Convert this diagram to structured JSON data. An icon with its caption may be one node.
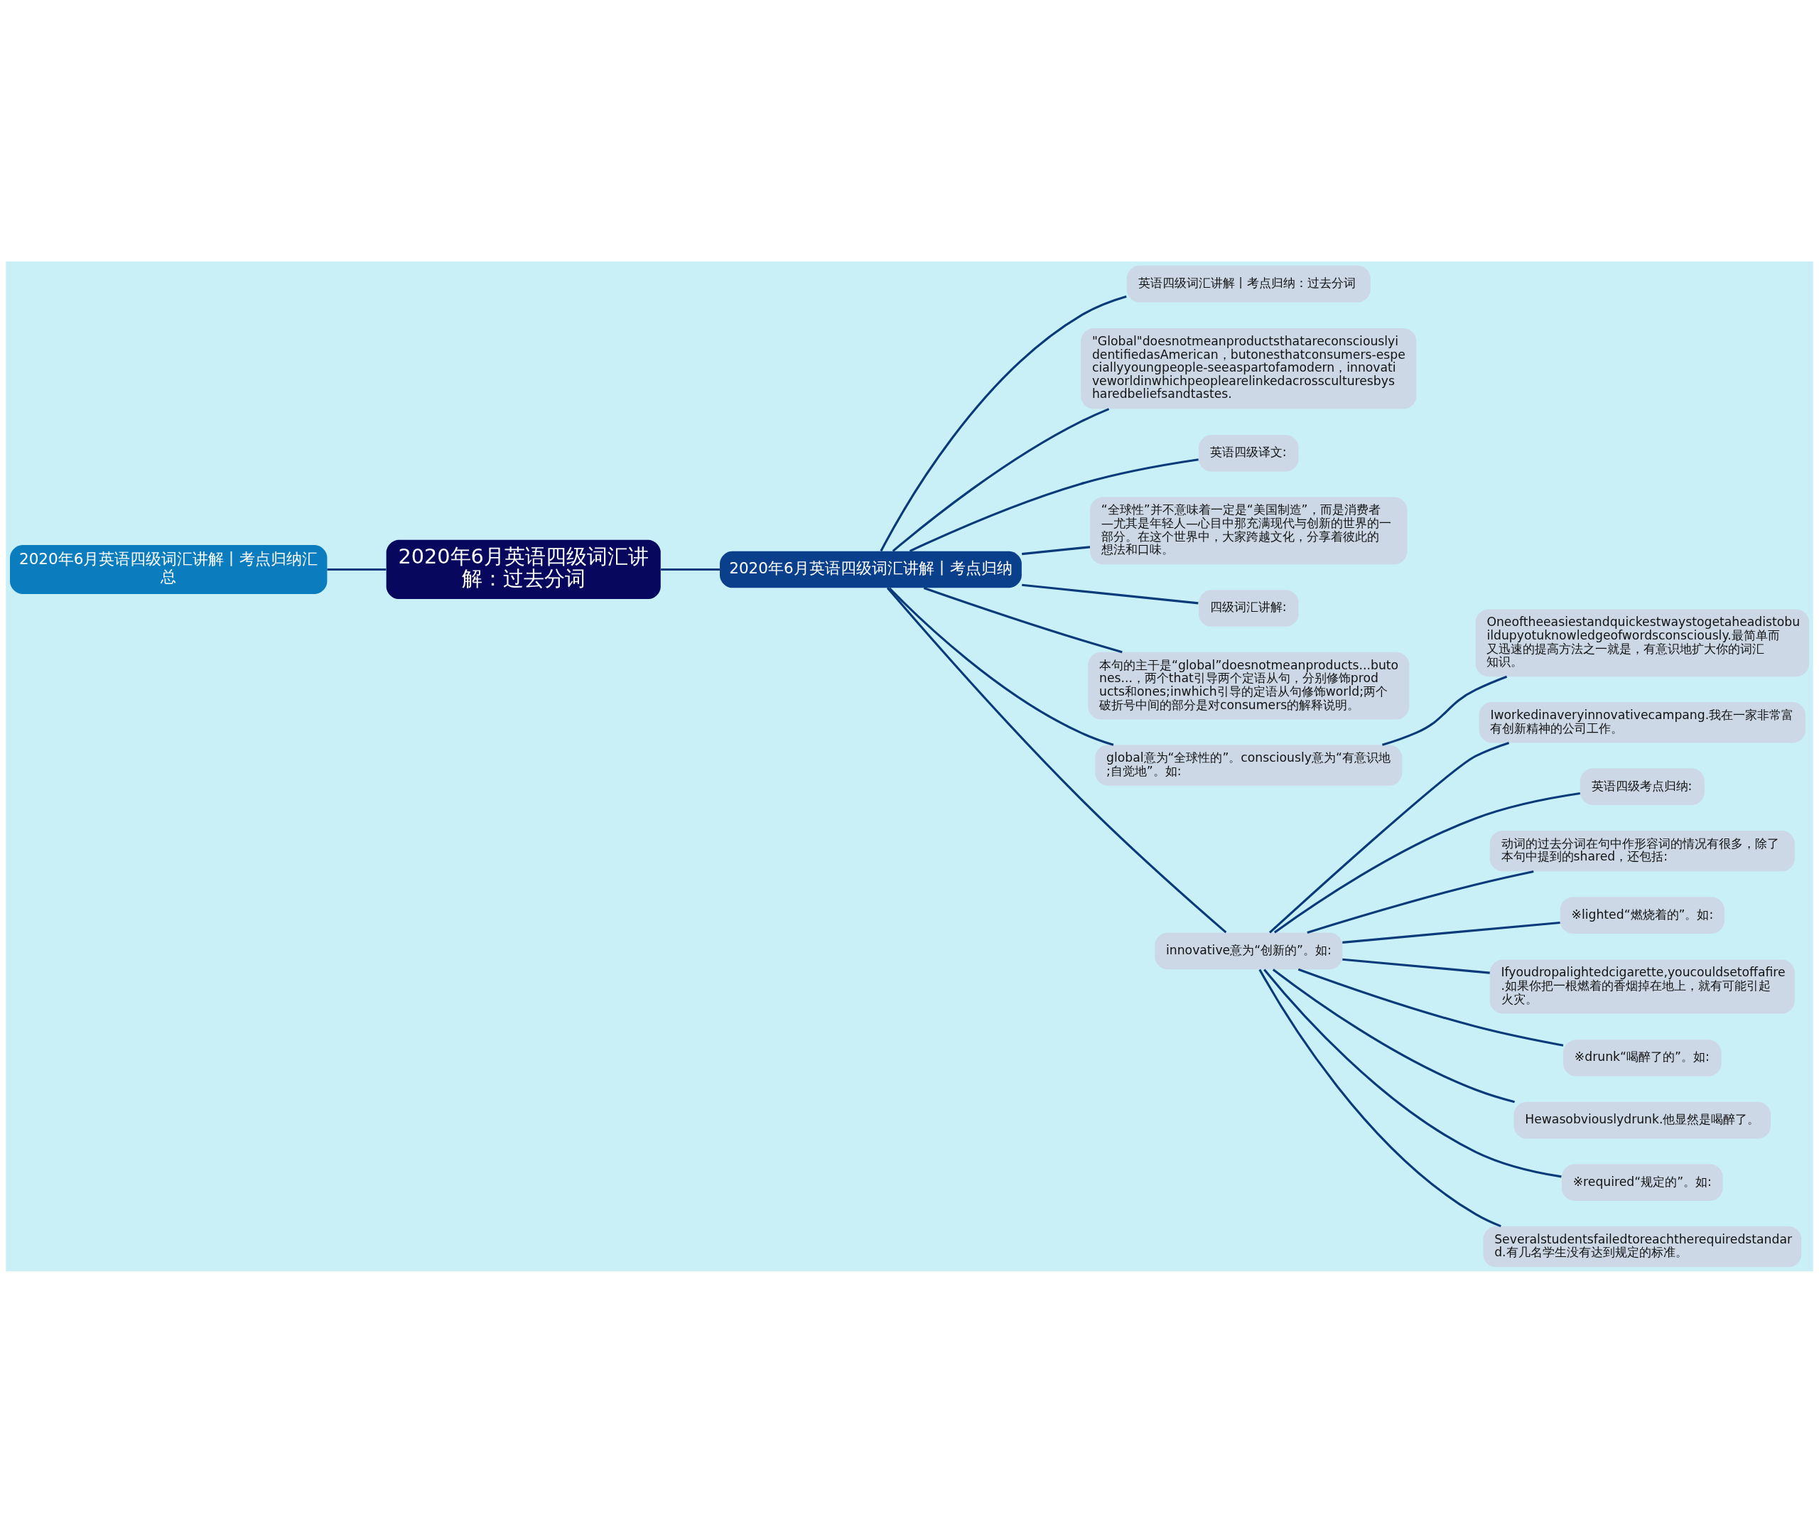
{
  "diagram": {
    "nodes": [
      {
        "text": [
          "2020年6月英语四级词汇讲解：过去分词"
        ]
      },
      {
        "text": [
          "2020年6月英语四级词汇讲解丨考点归纳汇总"
        ]
      },
      {
        "text": [
          "2020年6月英语四级词汇讲解丨考点归纳"
        ]
      },
      {
        "text": [
          "英语四级词汇讲解丨考点归纳：过去分词"
        ]
      },
      {
        "text": [
          "\"Global\"doesnotmeanproductsthatareconsciouslyidentifiedasAmerican，butonesthatconsumers-especiallyyoungpeople-seeaspartofamodern，innovativeworldinwhichpeoplearelinkedacrossculturesbysharedbeliefsandtastes."
        ]
      },
      {
        "text": [
          "英语四级译文:"
        ]
      },
      {
        "text": [
          "“全球性”并不意味着一定是“美国制造”，而是消费者—尤其是年轻人—心目中那充满现代与创新的世界的一部分。在这个世界中，大家跨越文化，分享着彼此的想法和口味。"
        ]
      },
      {
        "text": [
          "四级词汇讲解:"
        ]
      },
      {
        "text": [
          "本句的主干是“global”doesnotmeanproducts...butones...，两个that引导两个定语从句，分别修饰products和ones;inwhich引导的定语从句修饰world;两个破折号中间的部分是对consumers的解释说明。"
        ]
      },
      {
        "text": [
          "global意为“全球性的”。consciously意为“有意识地;自觉地”。如:"
        ]
      },
      {
        "text": [
          "innovative意为“创新的”。如:"
        ]
      },
      {
        "text": [
          "Oneoftheeasiestandquickestwaystogetaheadistobuildupyotuknowledgeofwordsconsciously.最简单而又迅速的提高方法之一就是，有意识地扩大你的词汇知识。"
        ]
      },
      {
        "text": [
          "Iworkedinaveryinnovativecampang.我在一家非常富有创新精神的公司工作。"
        ]
      },
      {
        "text": [
          "英语四级考点归纳:"
        ]
      },
      {
        "text": [
          "动词的过去分词在句中作形容词的情况有很多，除了本句中提到的shared，还包括:"
        ]
      },
      {
        "text": [
          "※lighted“燃烧着的”。如:"
        ]
      },
      {
        "text": [
          "Ifyoudropalightedcigarette,youcouldsetoffafire.如果你把一根燃着的香烟掉在地上，就有可能引起火灾。"
        ]
      },
      {
        "text": [
          "※drunk“喝醉了的”。如:"
        ]
      },
      {
        "text": [
          "Hewasobviouslydrunk.他显然是喝醉了。"
        ]
      },
      {
        "text": [
          "※required“规定的”。如:"
        ]
      },
      {
        "text": [
          "Severalstudentsfailedtoreachtherequiredstandard.有几名学生没有达到规定的标准。"
        ]
      }
    ],
    "edges": [
      {
        "from": 1,
        "to": 0,
        "arrow": "none"
      },
      {
        "from": 0,
        "to": 2,
        "arrow": "none"
      },
      {
        "from": 2,
        "to": 3,
        "arrow": "none"
      },
      {
        "from": 2,
        "to": 4,
        "arrow": "none"
      },
      {
        "from": 2,
        "to": 5,
        "arrow": "none"
      },
      {
        "from": 2,
        "to": 6,
        "arrow": "none"
      },
      {
        "from": 2,
        "to": 7,
        "arrow": "none"
      },
      {
        "from": 2,
        "to": 8,
        "arrow": "none"
      },
      {
        "from": 2,
        "to": 9,
        "arrow": "none"
      },
      {
        "from": 2,
        "to": 10,
        "arrow": "none"
      },
      {
        "from": 9,
        "to": 11,
        "arrow": "none"
      },
      {
        "from": 10,
        "to": 12,
        "arrow": "none"
      },
      {
        "from": 10,
        "to": 13,
        "arrow": "none"
      },
      {
        "from": 10,
        "to": 14,
        "arrow": "none"
      },
      {
        "from": 10,
        "to": 15,
        "arrow": "none"
      },
      {
        "from": 10,
        "to": 16,
        "arrow": "none"
      },
      {
        "from": 10,
        "to": 17,
        "arrow": "none"
      },
      {
        "from": 10,
        "to": 18,
        "arrow": "none"
      },
      {
        "from": 10,
        "to": 19,
        "arrow": "none"
      },
      {
        "from": 10,
        "to": 20,
        "arrow": "none"
      }
    ]
  }
}
